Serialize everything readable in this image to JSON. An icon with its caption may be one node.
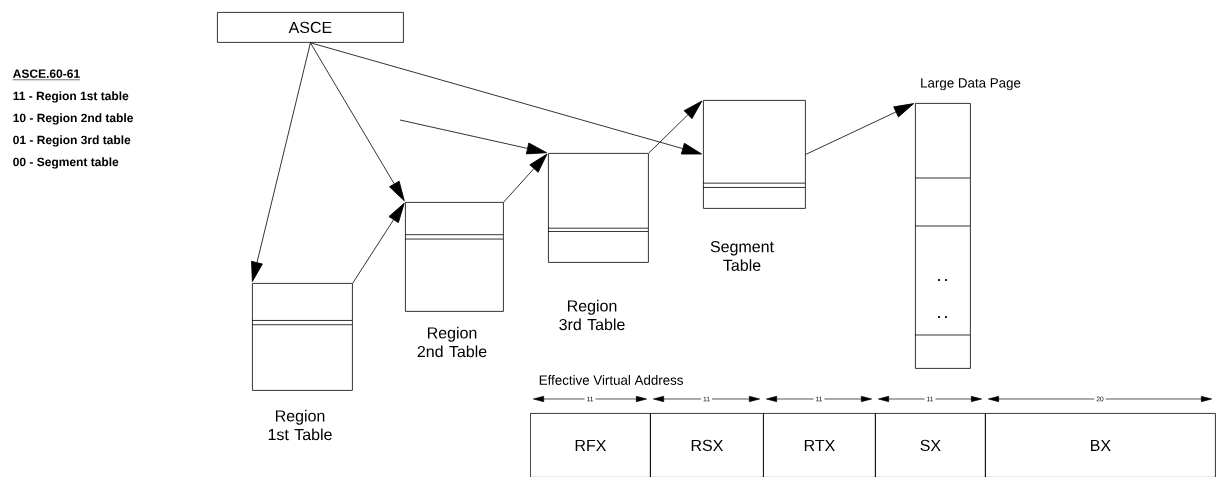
{
  "diagram": {
    "nodes": [
      {
        "text": [
          "ASCE"
        ]
      },
      {
        "text": [],
        "shape": "box",
        "beside": [
          "Region 1st Table"
        ]
      },
      {
        "text": [],
        "shape": "box",
        "beside": [
          "Region 2nd Table"
        ]
      },
      {
        "text": [],
        "shape": "box",
        "beside": [
          "Region 3rd Table"
        ]
      },
      {
        "text": [],
        "shape": "box",
        "beside": [
          "Segment Table"
        ]
      },
      {
        "text": [
          "Large Data Page"
        ]
      },
      {
        "text": [
          "RFX"
        ]
      },
      {
        "text": [
          "RSX"
        ]
      },
      {
        "text": [
          "RTX"
        ]
      },
      {
        "text": [
          "SX"
        ]
      },
      {
        "text": [
          "BX"
        ]
      }
    ],
    "edges": [
      {
        "from": 0,
        "to": 1,
        "arrow": "to"
      },
      {
        "from": 0,
        "to": 2,
        "arrow": "to"
      },
      {
        "from": 0,
        "to": 4,
        "arrow": "to"
      },
      {
        "from": null,
        "to": 3,
        "arrow": "to"
      },
      {
        "from": 1,
        "to": 2,
        "arrow": "to"
      },
      {
        "from": 2,
        "to": 3,
        "arrow": "to"
      },
      {
        "from": 3,
        "to": 4,
        "arrow": "to"
      },
      {
        "from": 4,
        "to": 5,
        "arrow": "to"
      }
    ],
    "labels": [
      "ASCE.60-61",
      "11 - Region 1st table",
      "10 - Region 2nd table",
      "01 - Region 3rd table",
      "00 - Segment table",
      "Effective Virtual Address",
      "11",
      "11",
      "11",
      "11",
      "20"
    ]
  }
}
